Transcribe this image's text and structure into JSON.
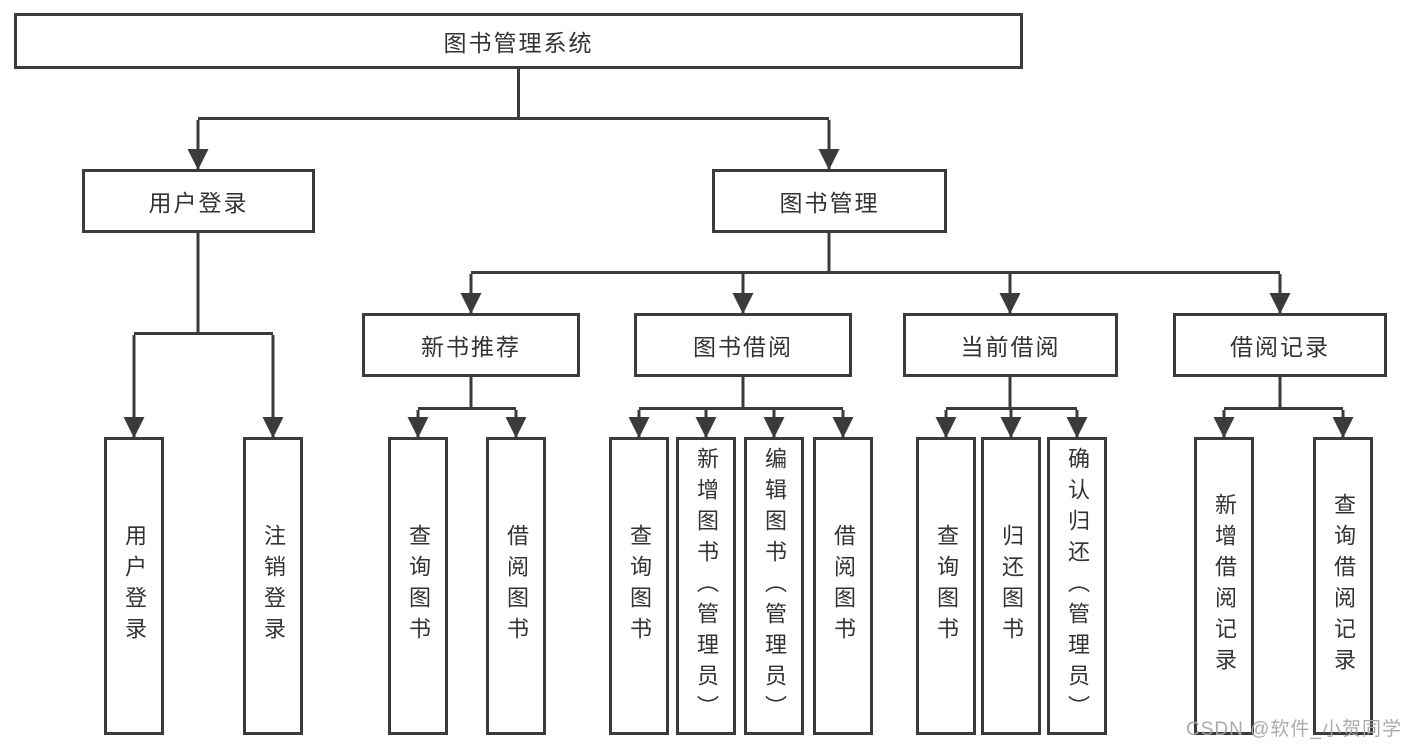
{
  "diagram": {
    "title": "图书管理系统",
    "root": {
      "label": "图书管理系统"
    },
    "level1": [
      {
        "label": "用户登录"
      },
      {
        "label": "图书管理"
      }
    ],
    "level2": [
      {
        "label": "新书推荐"
      },
      {
        "label": "图书借阅"
      },
      {
        "label": "当前借阅"
      },
      {
        "label": "借阅记录"
      }
    ],
    "leaves": [
      {
        "label": "用户登录"
      },
      {
        "label": "注销登录"
      },
      {
        "label": "查询图书"
      },
      {
        "label": "借阅图书"
      },
      {
        "label": "查询图书"
      },
      {
        "label": "新增图书（管理员）"
      },
      {
        "label": "编辑图书（管理员）"
      },
      {
        "label": "借阅图书"
      },
      {
        "label": "查询图书"
      },
      {
        "label": "归还图书"
      },
      {
        "label": "确认归还（管理员）"
      },
      {
        "label": "新增借阅记录"
      },
      {
        "label": "查询借阅记录"
      }
    ],
    "colors": {
      "line": "#3b3b3b",
      "text": "#333333",
      "background": "#ffffff",
      "watermark": "#a6a6a6"
    },
    "watermark": "CSDN @软件_小贺同学"
  }
}
